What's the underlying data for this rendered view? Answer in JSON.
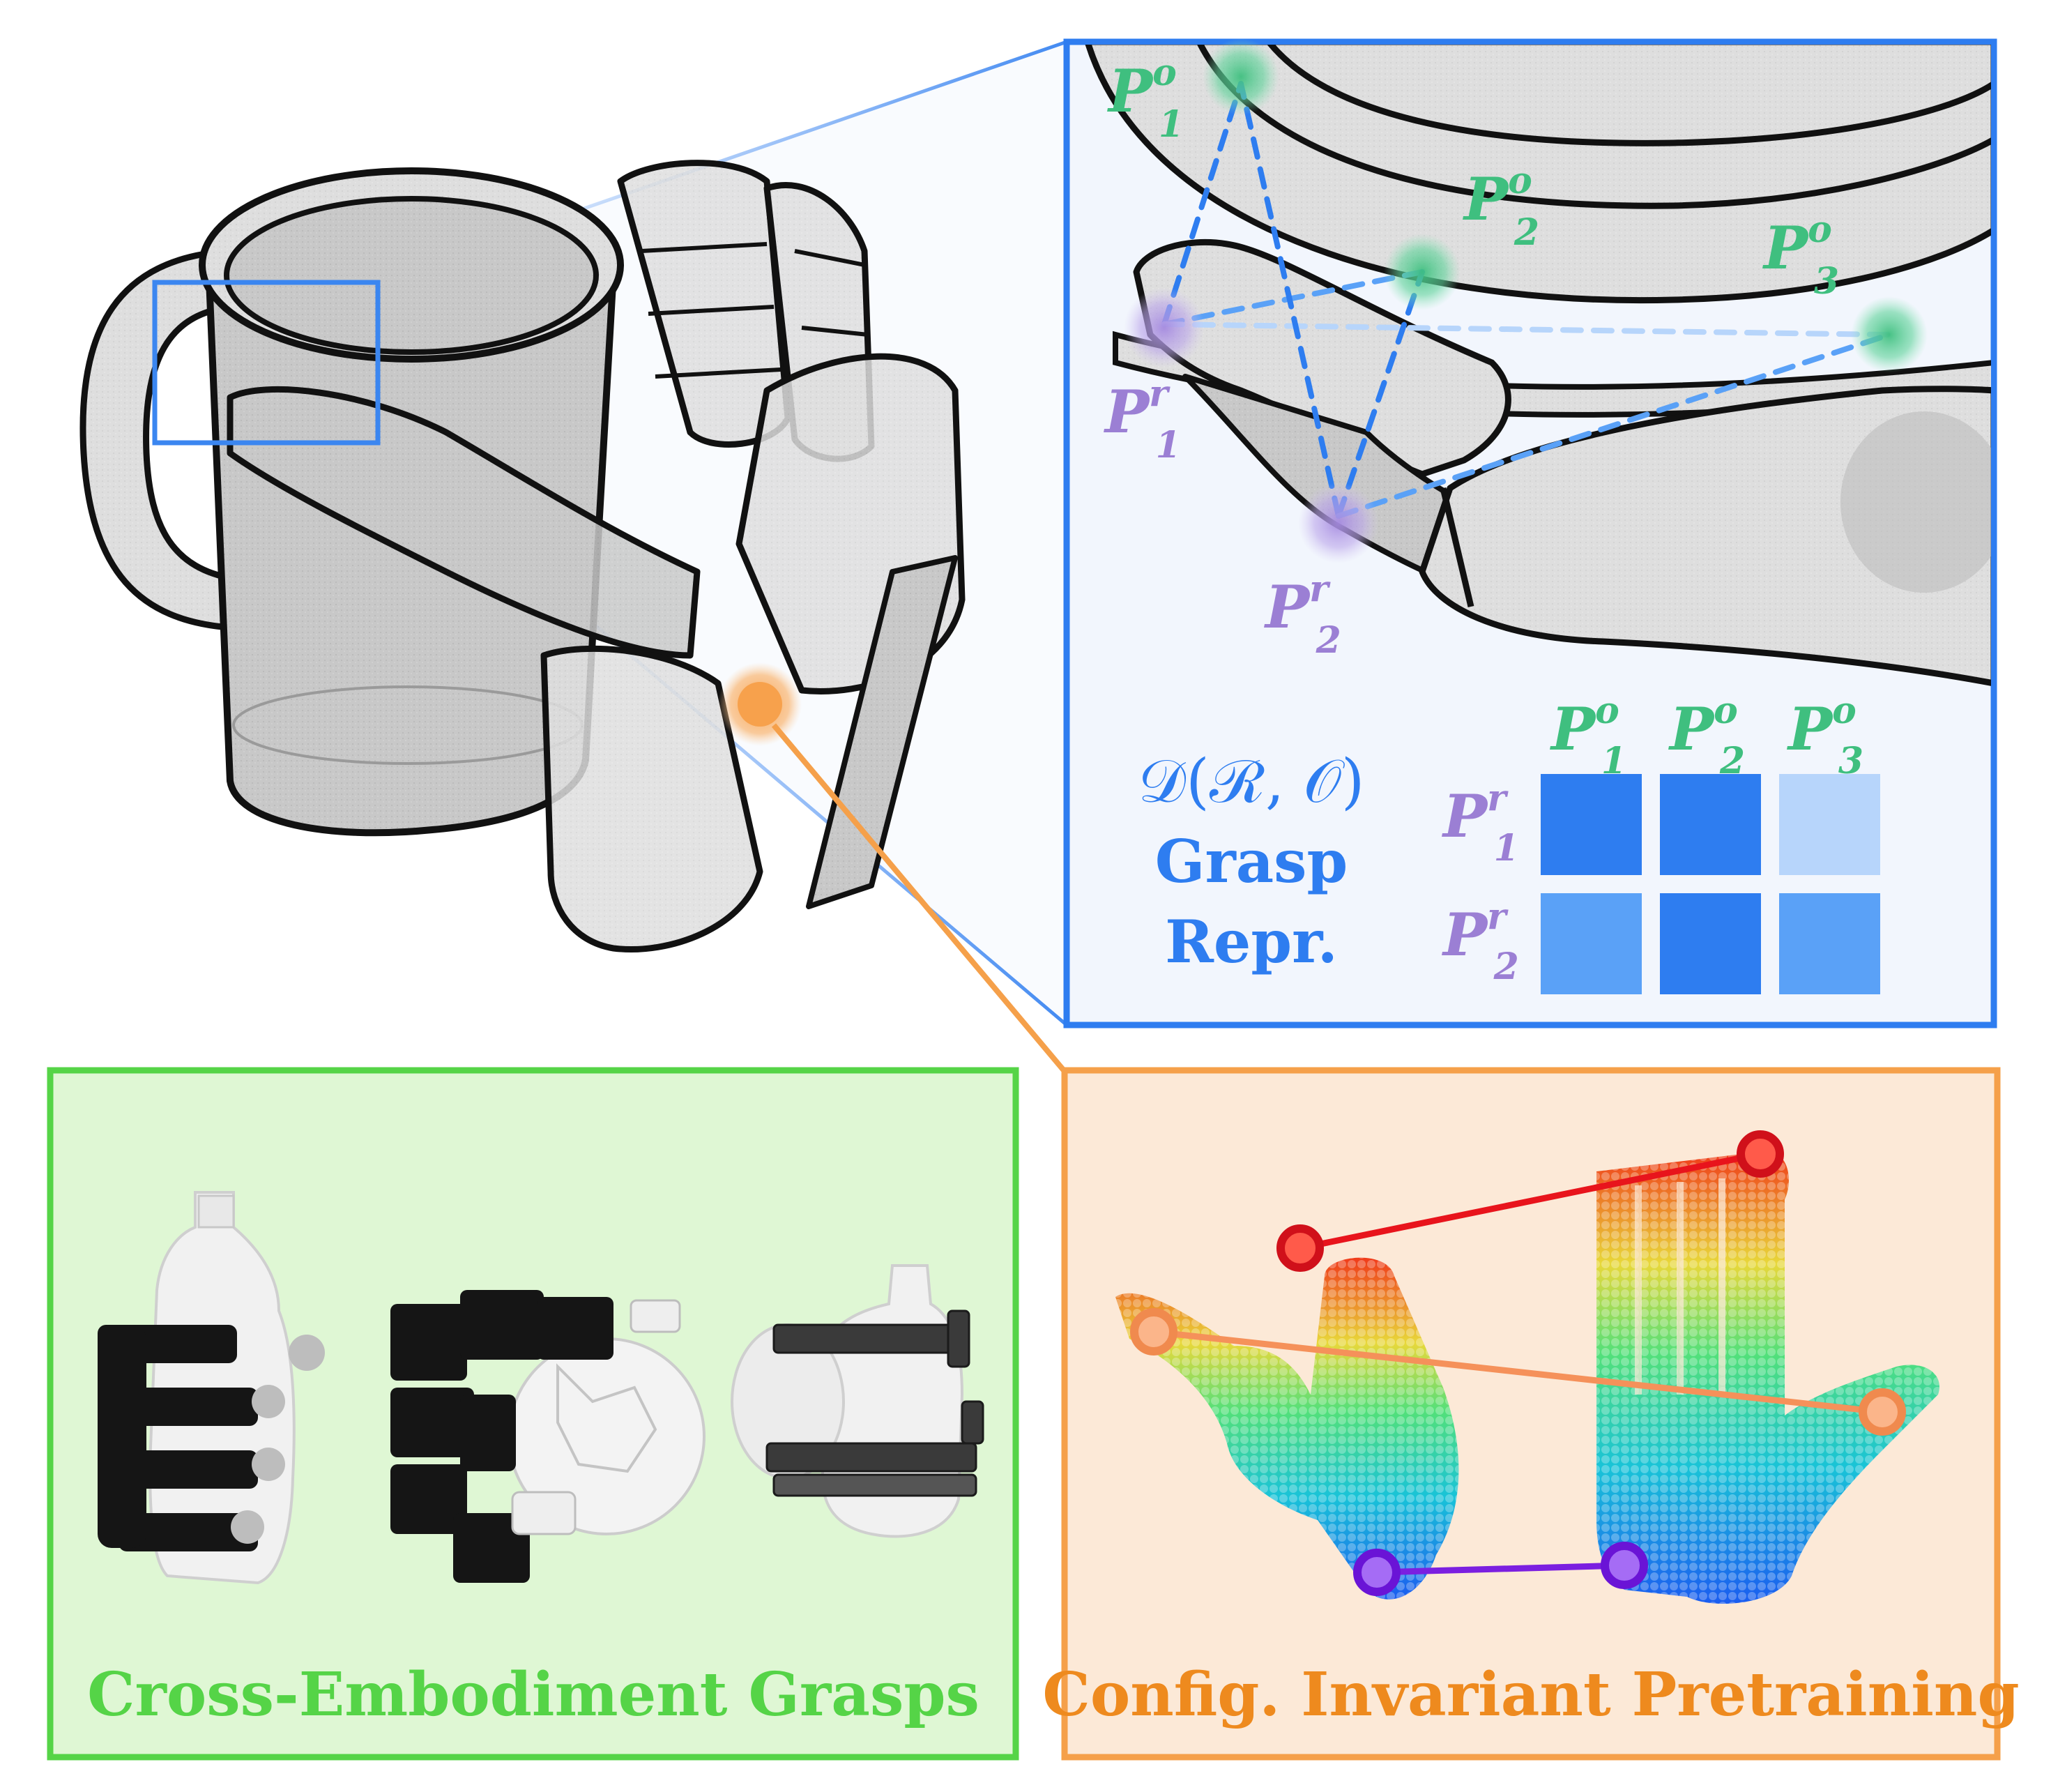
{
  "colors": {
    "object_point": "#3fbf7f",
    "robot_point": "#9b7fd4",
    "accent_blue": "#2e7df0",
    "accent_orange": "#f5a04a",
    "accent_green": "#55d447",
    "panel_blue_bg": "#f2f6fd",
    "panel_green_bg": "#dff7d4",
    "panel_orange_bg": "#fce9d7",
    "pair_red": "#e8141c",
    "pair_orange": "#f5915a",
    "pair_purple": "#7b1fe0"
  },
  "zoom_panel": {
    "object_points": [
      {
        "base": "P",
        "sup": "o",
        "sub": "1"
      },
      {
        "base": "P",
        "sup": "o",
        "sub": "2"
      },
      {
        "base": "P",
        "sup": "o",
        "sub": "3"
      }
    ],
    "robot_points": [
      {
        "base": "P",
        "sup": "r",
        "sub": "1"
      },
      {
        "base": "P",
        "sup": "r",
        "sub": "2"
      }
    ],
    "distance_formula": "𝒟(ℛ, 𝒪)",
    "grasp_label_line1": "Grasp",
    "grasp_label_line2": "Repr.",
    "matrix": {
      "col_headers": [
        {
          "base": "P",
          "sup": "o",
          "sub": "1"
        },
        {
          "base": "P",
          "sup": "o",
          "sub": "2"
        },
        {
          "base": "P",
          "sup": "o",
          "sub": "3"
        }
      ],
      "row_headers": [
        {
          "base": "P",
          "sup": "r",
          "sub": "1"
        },
        {
          "base": "P",
          "sup": "r",
          "sub": "2"
        }
      ],
      "cells": [
        [
          "#2e7df0",
          "#2e7df0",
          "#b7d5fb"
        ],
        [
          "#5aa1f7",
          "#2e7df0",
          "#5aa1f7"
        ]
      ]
    }
  },
  "cross_embodiment": {
    "title": "Cross-Embodiment Grasps"
  },
  "pretraining": {
    "title": "Config. Invariant Pretraining"
  }
}
